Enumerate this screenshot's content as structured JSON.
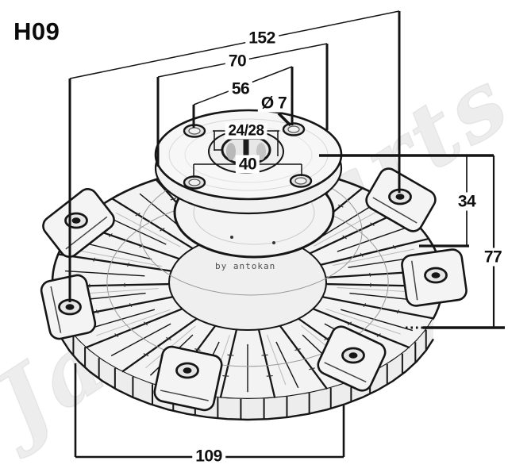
{
  "part_code": "H09",
  "credit": "by antokan",
  "watermark": "Japanparts",
  "colors": {
    "ink": "#161616",
    "fill_light": "#f3f3f3",
    "fill_mid": "#e7e7e7",
    "sketch_gray": "#b9b9b9",
    "credit_gray": "#4f4f4f"
  },
  "dims": {
    "overall": "152",
    "flange": "70",
    "bolt_span_top": "56",
    "hole_dia": "Ø 7",
    "bore": "24/28",
    "bolt_span_bottom": "40",
    "height_upper": "34",
    "height_total": "77",
    "body": "109"
  }
}
